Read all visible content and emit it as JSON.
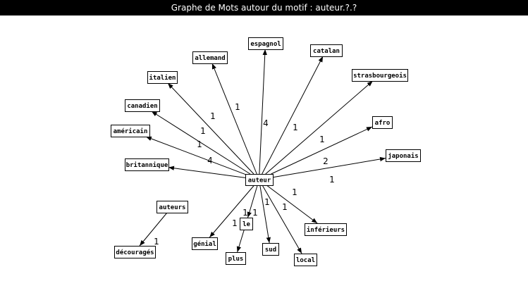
{
  "window": {
    "title": "Graphe de Mots autour du motif : auteur.?.?"
  },
  "graph": {
    "nodes": [
      {
        "id": "espagnol",
        "label": "espagnol"
      },
      {
        "id": "catalan",
        "label": "catalan"
      },
      {
        "id": "allemand",
        "label": "allemand"
      },
      {
        "id": "italien",
        "label": "italien"
      },
      {
        "id": "strasbourgeois",
        "label": "strasbourgeois"
      },
      {
        "id": "canadien",
        "label": "canadien"
      },
      {
        "id": "americain",
        "label": "américain"
      },
      {
        "id": "afro",
        "label": "afro"
      },
      {
        "id": "japonais",
        "label": "japonais"
      },
      {
        "id": "britannique",
        "label": "britannique"
      },
      {
        "id": "auteur",
        "label": "auteur"
      },
      {
        "id": "auteurs",
        "label": "auteurs"
      },
      {
        "id": "inferieurs",
        "label": "inférieurs"
      },
      {
        "id": "le",
        "label": "le"
      },
      {
        "id": "genial",
        "label": "génial"
      },
      {
        "id": "decourages",
        "label": "découragés"
      },
      {
        "id": "sud",
        "label": "sud"
      },
      {
        "id": "plus",
        "label": "plus"
      },
      {
        "id": "local",
        "label": "local"
      }
    ],
    "edges": [
      {
        "from": "auteur",
        "to": "allemand",
        "weight": "1"
      },
      {
        "from": "auteur",
        "to": "espagnol",
        "weight": "1"
      },
      {
        "from": "auteur",
        "to": "catalan",
        "weight": "1"
      },
      {
        "from": "auteur",
        "to": "italien",
        "weight": "1"
      },
      {
        "from": "auteur",
        "to": "canadien",
        "weight": "1"
      },
      {
        "from": "auteur",
        "to": "americain",
        "weight": "4"
      },
      {
        "from": "auteur",
        "to": "britannique",
        "weight": "4"
      },
      {
        "from": "auteur",
        "to": "strasbourgeois",
        "weight": "1"
      },
      {
        "from": "auteur",
        "to": "afro",
        "weight": "2"
      },
      {
        "from": "auteur",
        "to": "japonais",
        "weight": "1"
      },
      {
        "from": "auteur",
        "to": "inferieurs",
        "weight": "1"
      },
      {
        "from": "auteur",
        "to": "local",
        "weight": "1"
      },
      {
        "from": "auteur",
        "to": "sud",
        "weight": "1"
      },
      {
        "from": "auteur",
        "to": "le",
        "weight": "1"
      },
      {
        "from": "auteur",
        "to": "genial",
        "weight": "1"
      },
      {
        "from": "le",
        "to": "plus",
        "weight": "1"
      },
      {
        "from": "auteurs",
        "to": "decourages",
        "weight": "1"
      }
    ]
  }
}
